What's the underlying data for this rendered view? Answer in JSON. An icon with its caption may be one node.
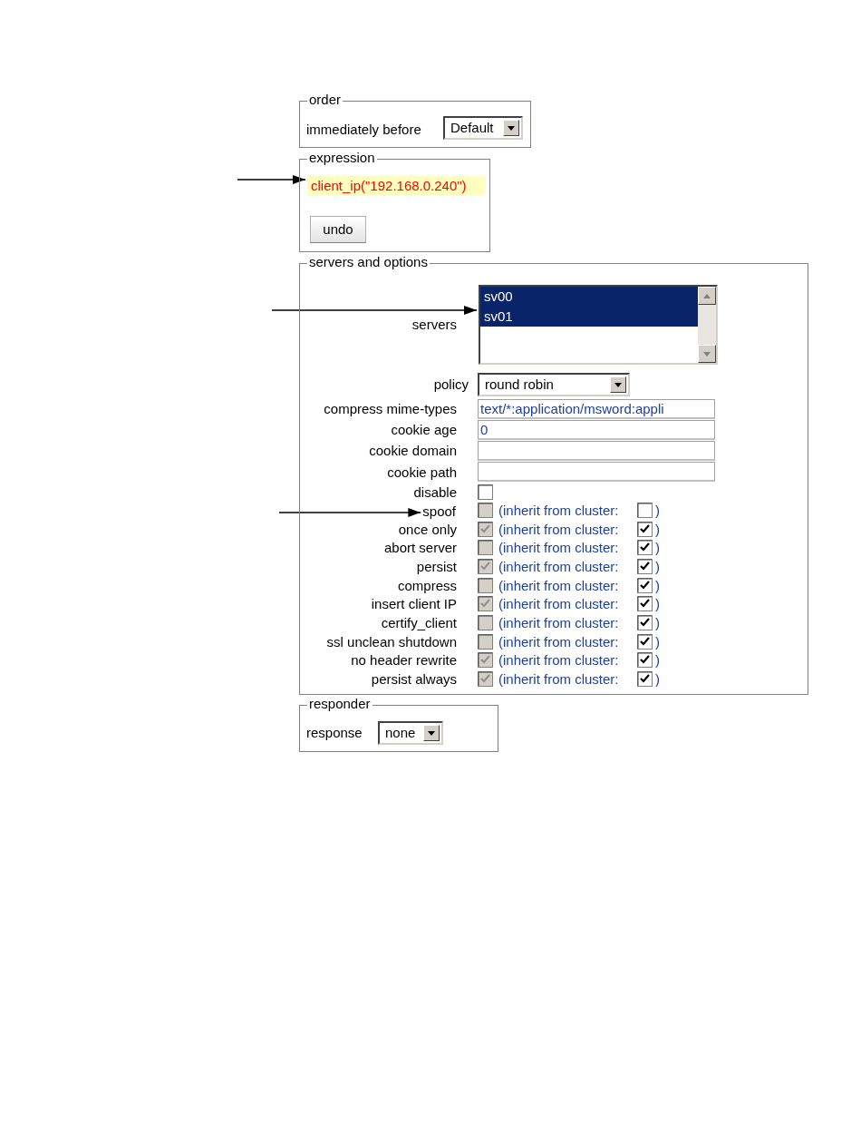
{
  "diagram": {
    "nodes": [
      {
        "text": [
          "order"
        ]
      },
      {
        "text": [
          "expression"
        ]
      },
      {
        "text": [
          "client_ip(\"192.168.0.240\")"
        ],
        "in": 1
      },
      {
        "text": [
          "servers and options"
        ]
      },
      {
        "text": [
          "sv00",
          "sv01"
        ],
        "in": 3
      },
      {
        "text": [
          "spoof"
        ],
        "in": 3
      },
      {
        "text": [
          "responder"
        ]
      }
    ],
    "edges": [
      {
        "from": null,
        "to": 2,
        "arrow": "to"
      },
      {
        "from": null,
        "to": 4,
        "arrow": "to"
      },
      {
        "from": null,
        "to": 5,
        "arrow": "to"
      }
    ],
    "labels": [
      "immediately before",
      "Default",
      "undo",
      "servers",
      "policy",
      "round robin",
      "compress mime-types",
      "text/*:application/msword:appli",
      "cookie age",
      "0",
      "cookie domain",
      "cookie path",
      "disable",
      "(inherit from cluster:",
      ")",
      "once only",
      "(inherit from cluster:",
      ")",
      "abort server",
      "(inherit from cluster:",
      ")",
      "persist",
      "(inherit from cluster:",
      ")",
      "compress",
      "(inherit from cluster:",
      ")",
      "insert client IP",
      "(inherit from cluster:",
      ")",
      "certify_client",
      "(inherit from cluster:",
      ")",
      "ssl unclean shutdown",
      "(inherit from cluster:",
      ")",
      "no header rewrite",
      "(inherit from cluster:",
      ")",
      "persist always",
      "(inherit from cluster:",
      ")",
      "response",
      "none"
    ]
  }
}
